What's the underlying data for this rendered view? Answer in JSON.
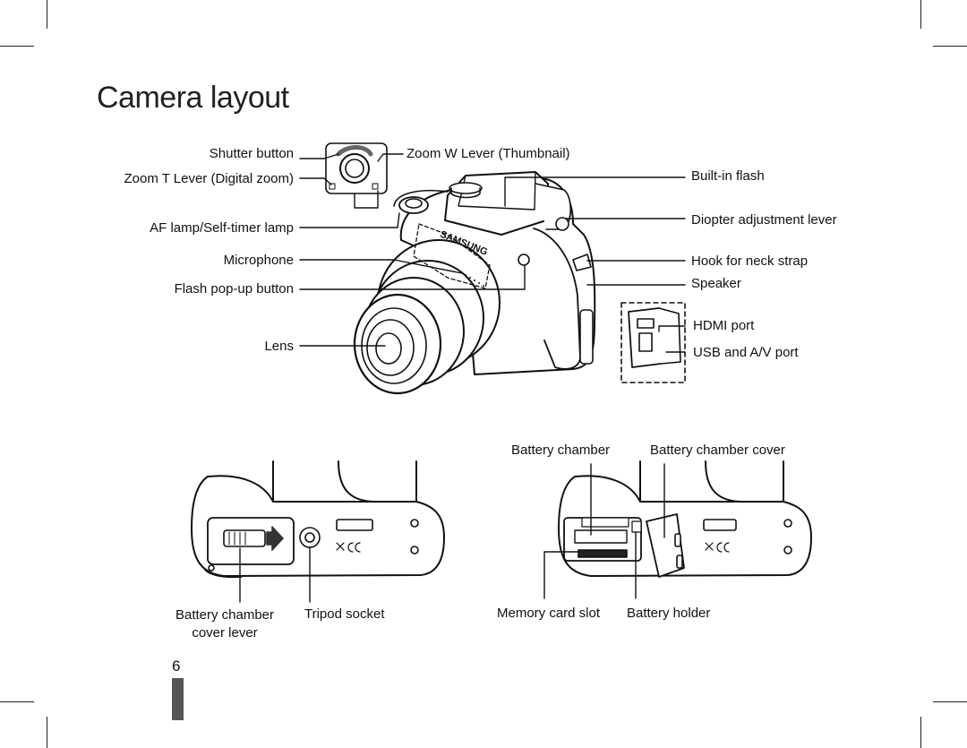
{
  "page": {
    "title": "Camera layout",
    "page_number": "6"
  },
  "callouts": {
    "top": {
      "shutter": "Shutter button",
      "zoom_t": "Zoom T Lever (Digital zoom)",
      "af_lamp": "AF lamp/Self-timer lamp",
      "microphone": "Microphone",
      "flash_popup": "Flash pop-up button",
      "lens": "Lens",
      "zoom_w": "Zoom W Lever (Thumbnail)",
      "builtin_flash": "Built-in flash",
      "diopter": "Diopter adjustment lever",
      "hook": "Hook for neck strap",
      "speaker": "Speaker",
      "hdmi": "HDMI port",
      "usb": "USB and A/V port"
    },
    "bottom_left": {
      "battery_cover_lever": "Battery chamber\ncover lever",
      "tripod": "Tripod socket"
    },
    "bottom_right": {
      "battery_chamber": "Battery chamber",
      "battery_chamber_cover": "Battery chamber cover",
      "memory_slot": "Memory card slot",
      "battery_holder": "Battery holder"
    }
  },
  "illustration": {
    "brand_text": "SAMSUNG"
  }
}
